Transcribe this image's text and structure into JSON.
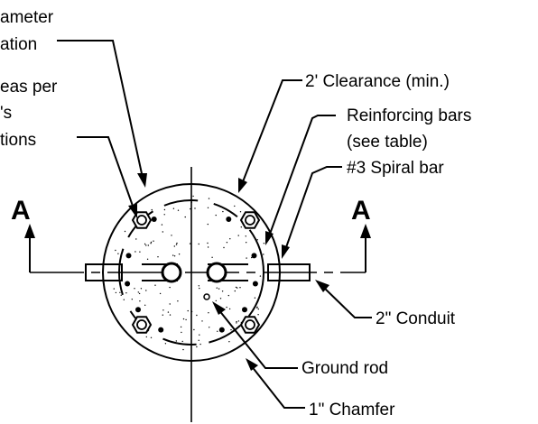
{
  "labels": {
    "anchor_line1": "ameter",
    "anchor_line2": "ation",
    "areas_line1": "eas per",
    "areas_line2": "'s",
    "areas_line3": "tions",
    "clearance": "2' Clearance (min.)",
    "reinforcing_line1": "Reinforcing bars",
    "reinforcing_line2": "(see table)",
    "spiral": "#3 Spiral bar",
    "conduit": "2\" Conduit",
    "ground_rod": "Ground rod",
    "chamfer": "1\" Chamfer"
  },
  "section": {
    "left_marker": "A",
    "right_marker": "A"
  },
  "colors": {
    "line": "#000000",
    "background": "#ffffff"
  }
}
